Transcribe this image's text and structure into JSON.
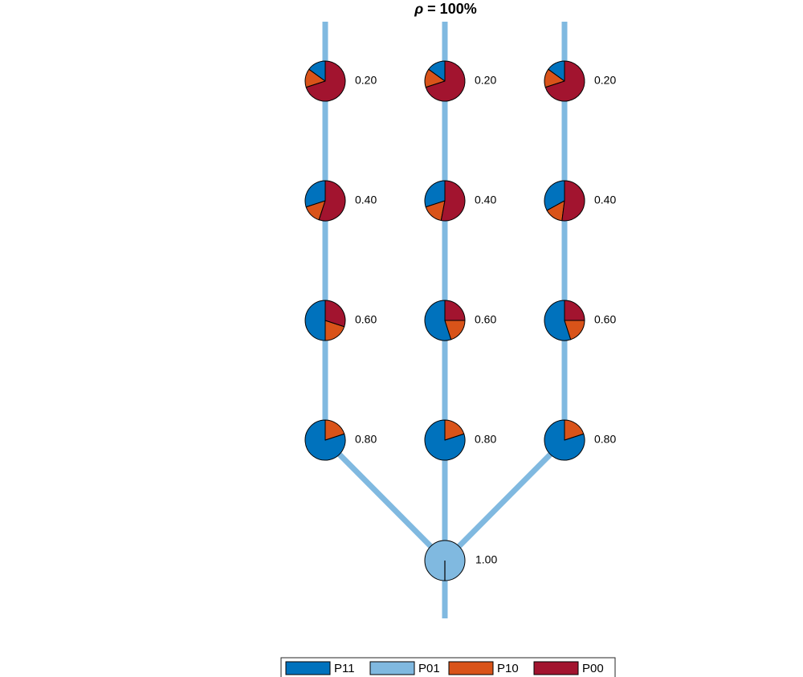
{
  "chart_data": {
    "type": "pie",
    "title": {
      "symbol": "ρ",
      "rest": " = 100%"
    },
    "colors": {
      "P11": "#0072BD",
      "P01": "#80B9E0",
      "P10": "#D95319",
      "P00": "#A2142F",
      "branch": "#80B9E0"
    },
    "legend": {
      "placement": "bottom",
      "entries": [
        "P11",
        "P01",
        "P10",
        "P00"
      ]
    },
    "root": {
      "label": "1.00",
      "value": 1.0,
      "slices": {
        "P11": 0.0,
        "P01": 1.0,
        "P10": 0.0,
        "P00": 0.0
      }
    },
    "branches": [
      {
        "nodes": [
          {
            "label": "0.80",
            "value": 0.8,
            "slices": {
              "P11": 0.8,
              "P01": 0.0,
              "P10": 0.2,
              "P00": 0.0
            }
          },
          {
            "label": "0.60",
            "value": 0.6,
            "slices": {
              "P11": 0.5,
              "P01": 0.0,
              "P10": 0.2,
              "P00": 0.3
            }
          },
          {
            "label": "0.40",
            "value": 0.4,
            "slices": {
              "P11": 0.3,
              "P01": 0.0,
              "P10": 0.15,
              "P00": 0.55
            }
          },
          {
            "label": "0.20",
            "value": 0.2,
            "slices": {
              "P11": 0.15,
              "P01": 0.0,
              "P10": 0.15,
              "P00": 0.7
            }
          }
        ]
      },
      {
        "nodes": [
          {
            "label": "0.80",
            "value": 0.8,
            "slices": {
              "P11": 0.8,
              "P01": 0.0,
              "P10": 0.2,
              "P00": 0.0
            }
          },
          {
            "label": "0.60",
            "value": 0.6,
            "slices": {
              "P11": 0.55,
              "P01": 0.0,
              "P10": 0.2,
              "P00": 0.25
            }
          },
          {
            "label": "0.40",
            "value": 0.4,
            "slices": {
              "P11": 0.3,
              "P01": 0.0,
              "P10": 0.17,
              "P00": 0.53
            }
          },
          {
            "label": "0.20",
            "value": 0.2,
            "slices": {
              "P11": 0.15,
              "P01": 0.0,
              "P10": 0.15,
              "P00": 0.7
            }
          }
        ]
      },
      {
        "nodes": [
          {
            "label": "0.80",
            "value": 0.8,
            "slices": {
              "P11": 0.8,
              "P01": 0.0,
              "P10": 0.2,
              "P00": 0.0
            }
          },
          {
            "label": "0.60",
            "value": 0.6,
            "slices": {
              "P11": 0.55,
              "P01": 0.0,
              "P10": 0.2,
              "P00": 0.25
            }
          },
          {
            "label": "0.40",
            "value": 0.4,
            "slices": {
              "P11": 0.33,
              "P01": 0.0,
              "P10": 0.15,
              "P00": 0.52
            }
          },
          {
            "label": "0.20",
            "value": 0.2,
            "slices": {
              "P11": 0.15,
              "P01": 0.0,
              "P10": 0.15,
              "P00": 0.7
            }
          }
        ]
      }
    ]
  }
}
